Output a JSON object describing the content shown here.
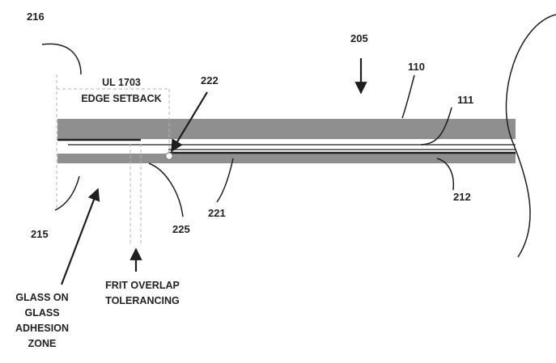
{
  "colors": {
    "layer_fill": "#8f8f8f",
    "line": "#1f1f1f",
    "guide": "#b5b5b5",
    "background": "#ffffff"
  },
  "refs": {
    "r216": "216",
    "r205": "205",
    "r110": "110",
    "r111": "111",
    "r222": "222",
    "r215": "215",
    "r225": "225",
    "r221": "221",
    "r212": "212"
  },
  "captions": {
    "setback_line1": "UL 1703",
    "setback_line2": "EDGE SETBACK",
    "frit_line1": "FRIT OVERLAP",
    "frit_line2": "TOLERANCING",
    "glass_line1": "GLASS ON",
    "glass_line2": "GLASS",
    "glass_line3": "ADHESION",
    "glass_line4": "ZONE"
  }
}
